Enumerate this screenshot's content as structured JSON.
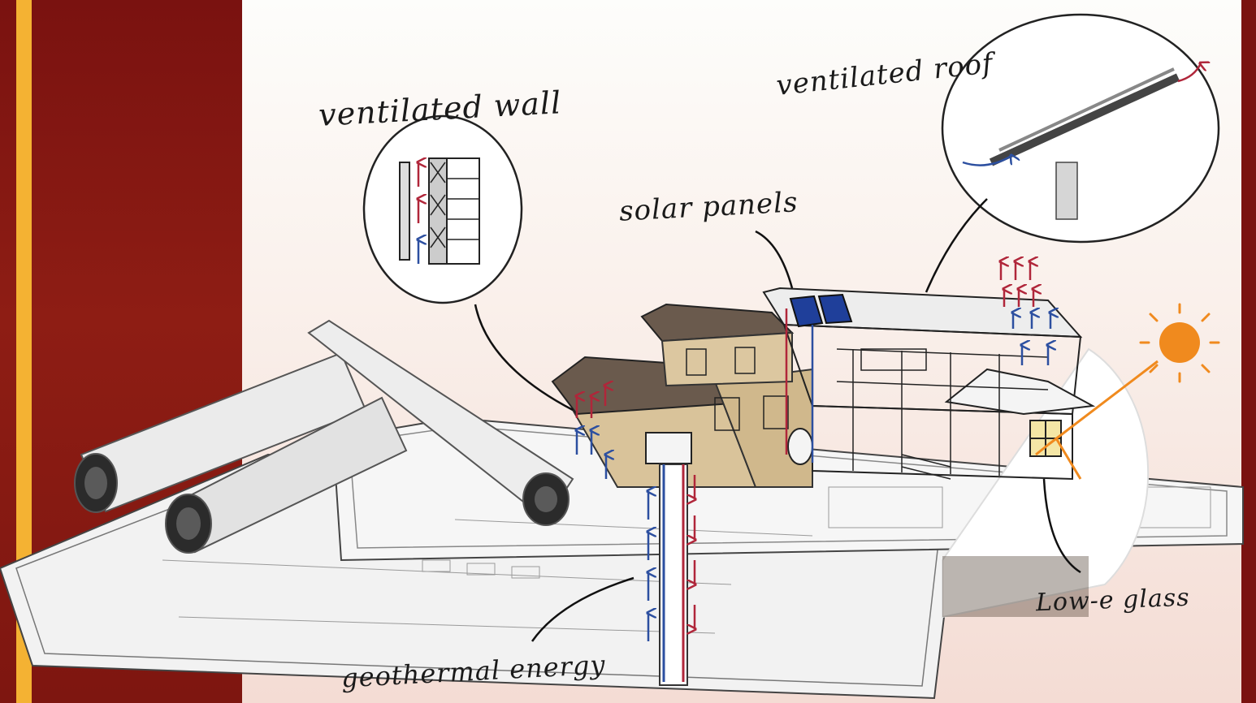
{
  "labels": {
    "ventilated_wall": "ventilated wall",
    "ventilated_roof": "ventilated roof",
    "solar_panels": "solar panels",
    "geothermal_energy": "geothermal energy",
    "low_e_glass": "Low-e glass"
  },
  "colors": {
    "sidebar": "#7a1210",
    "stripe": "#f4b233",
    "warm_arrow": "#b0263a",
    "cool_arrow": "#2c4fa0",
    "sun": "#f08a1e",
    "panel": "#1f3f9a"
  },
  "icons": [
    "sun-icon",
    "blueprint-roll-icon",
    "house-model-icon",
    "solar-panel-icon",
    "window-icon"
  ]
}
